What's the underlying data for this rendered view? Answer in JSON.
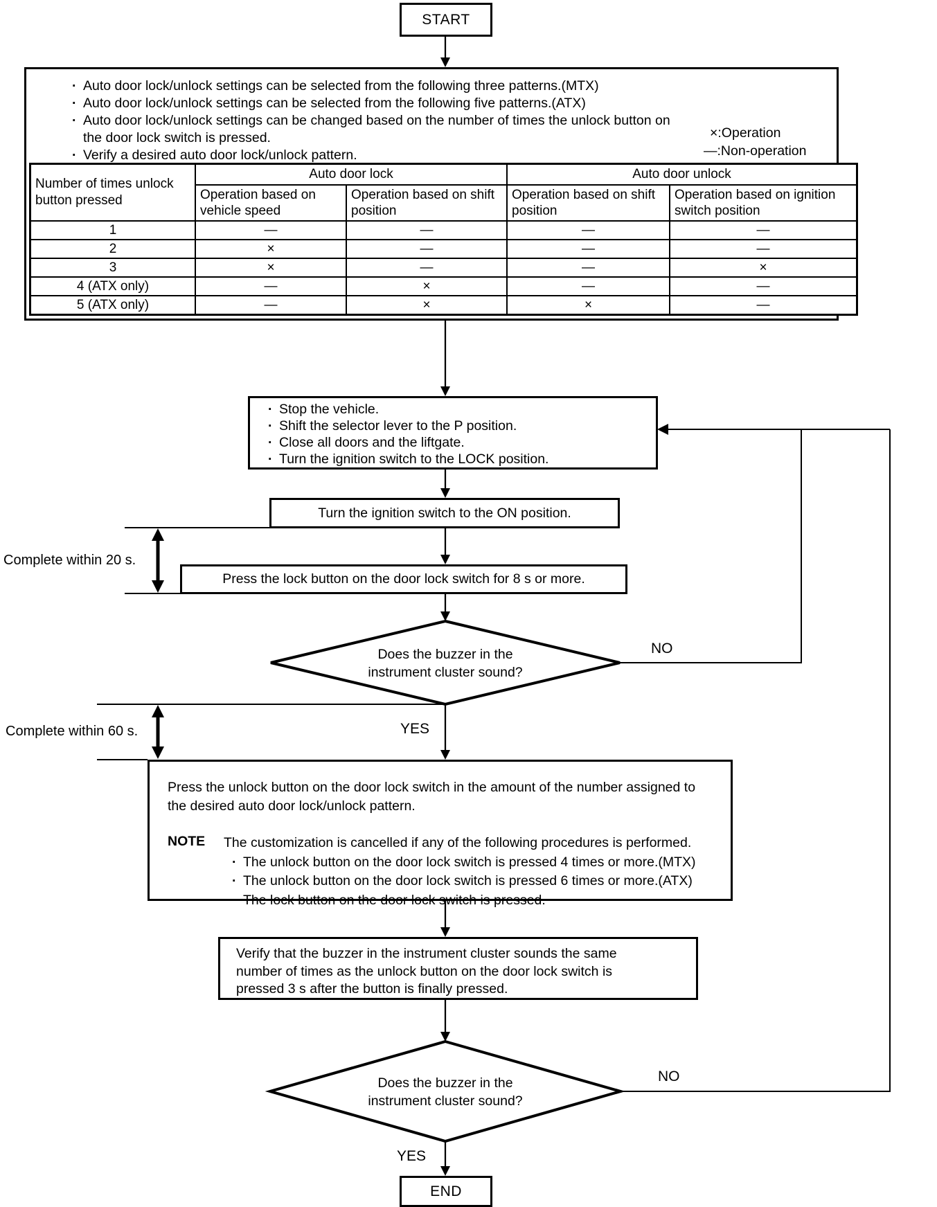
{
  "colors": {
    "ink": "#000000",
    "paper": "#ffffff"
  },
  "flow": {
    "start": "START",
    "end": "END",
    "yes": "YES",
    "no": "NO",
    "within_20s": "Complete within 20 s.",
    "within_60s": "Complete within 60 s."
  },
  "info": {
    "bullets": [
      "Auto door lock/unlock settings can be selected from the following three patterns.(MTX)",
      "Auto door lock/unlock settings can be selected from the following five patterns.(ATX)",
      "Auto door lock/unlock settings can be changed based on the number of times the unlock button on the door lock switch is pressed.",
      "Verify a desired auto door lock/unlock pattern."
    ],
    "legend": {
      "operation": "×:Operation",
      "non_operation": "—:Non-operation"
    }
  },
  "table": {
    "corner_header": "Number of times unlock button pressed",
    "groups": [
      "Auto door lock",
      "Auto door unlock"
    ],
    "sub_headers": [
      "Operation based on vehicle speed",
      "Operation based on shift position",
      "Operation based on shift position",
      "Operation based on ignition switch position"
    ],
    "rows": [
      {
        "label": "1",
        "values": [
          "—",
          "—",
          "—",
          "—"
        ]
      },
      {
        "label": "2",
        "values": [
          "×",
          "—",
          "—",
          "—"
        ]
      },
      {
        "label": "3",
        "values": [
          "×",
          "—",
          "—",
          "×"
        ]
      },
      {
        "label": "4 (ATX only)",
        "values": [
          "—",
          "×",
          "—",
          "—"
        ]
      },
      {
        "label": "5 (ATX only)",
        "values": [
          "—",
          "×",
          "×",
          "—"
        ]
      }
    ]
  },
  "steps": {
    "prepare_bullets": [
      "Stop the vehicle.",
      "Shift the selector lever to the P position.",
      "Close all doors and the liftgate.",
      "Turn the ignition switch to the LOCK position."
    ],
    "ignition_on": "Turn the ignition switch to the ON position.",
    "press_lock": "Press the lock button on the door lock switch for 8 s or more.",
    "decision_buzzer_1": "Does the buzzer in the instrument cluster sound?",
    "press_unlock": "Press the unlock button on the door lock switch in the amount of the number assigned to the desired auto door lock/unlock pattern.",
    "note_label": "NOTE",
    "note_text": "The customization is cancelled if any of the following procedures is performed.",
    "note_bullets": [
      "The unlock button on the door lock switch is pressed 4 times or more.(MTX)",
      "The unlock button on the door lock switch is pressed 6 times or more.(ATX)",
      "The lock button on the door lock switch is pressed."
    ],
    "verify": "Verify that the buzzer in the instrument cluster sounds the same number of times as the unlock button on the door lock switch is pressed 3 s after the button is finally pressed.",
    "decision_buzzer_2": "Does the buzzer in the instrument cluster sound?"
  }
}
